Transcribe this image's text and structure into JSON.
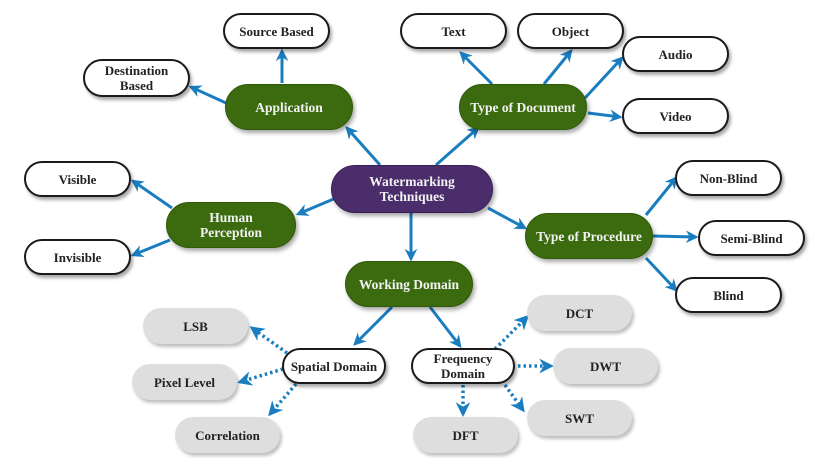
{
  "diagram": {
    "title": "Watermarking Techniques",
    "colors": {
      "arrow": "#1a7dc0",
      "root_fill": "#4b2d6b",
      "category_fill": "#3b6b0e",
      "technique_fill": "#dedede"
    },
    "root": {
      "label": "Watermarking\nTechniques"
    },
    "categories": {
      "application": {
        "label": "Application",
        "children": [
          "Source Based",
          "Destination\nBased"
        ]
      },
      "type_of_document": {
        "label": "Type of Document",
        "children": [
          "Text",
          "Object",
          "Audio",
          "Video"
        ]
      },
      "human_perception": {
        "label": "Human\nPerception",
        "children": [
          "Visible",
          "Invisible"
        ]
      },
      "type_of_procedure": {
        "label": "Type of Procedure",
        "children": [
          "Non-Blind",
          "Semi-Blind",
          "Blind"
        ]
      },
      "working_domain": {
        "label": "Working Domain",
        "spatial_domain": {
          "label": "Spatial Domain",
          "techniques": [
            "LSB",
            "Pixel Level",
            "Correlation"
          ]
        },
        "frequency_domain": {
          "label": "Frequency\nDomain",
          "techniques": [
            "DCT",
            "DWT",
            "SWT",
            "DFT"
          ]
        }
      }
    }
  }
}
